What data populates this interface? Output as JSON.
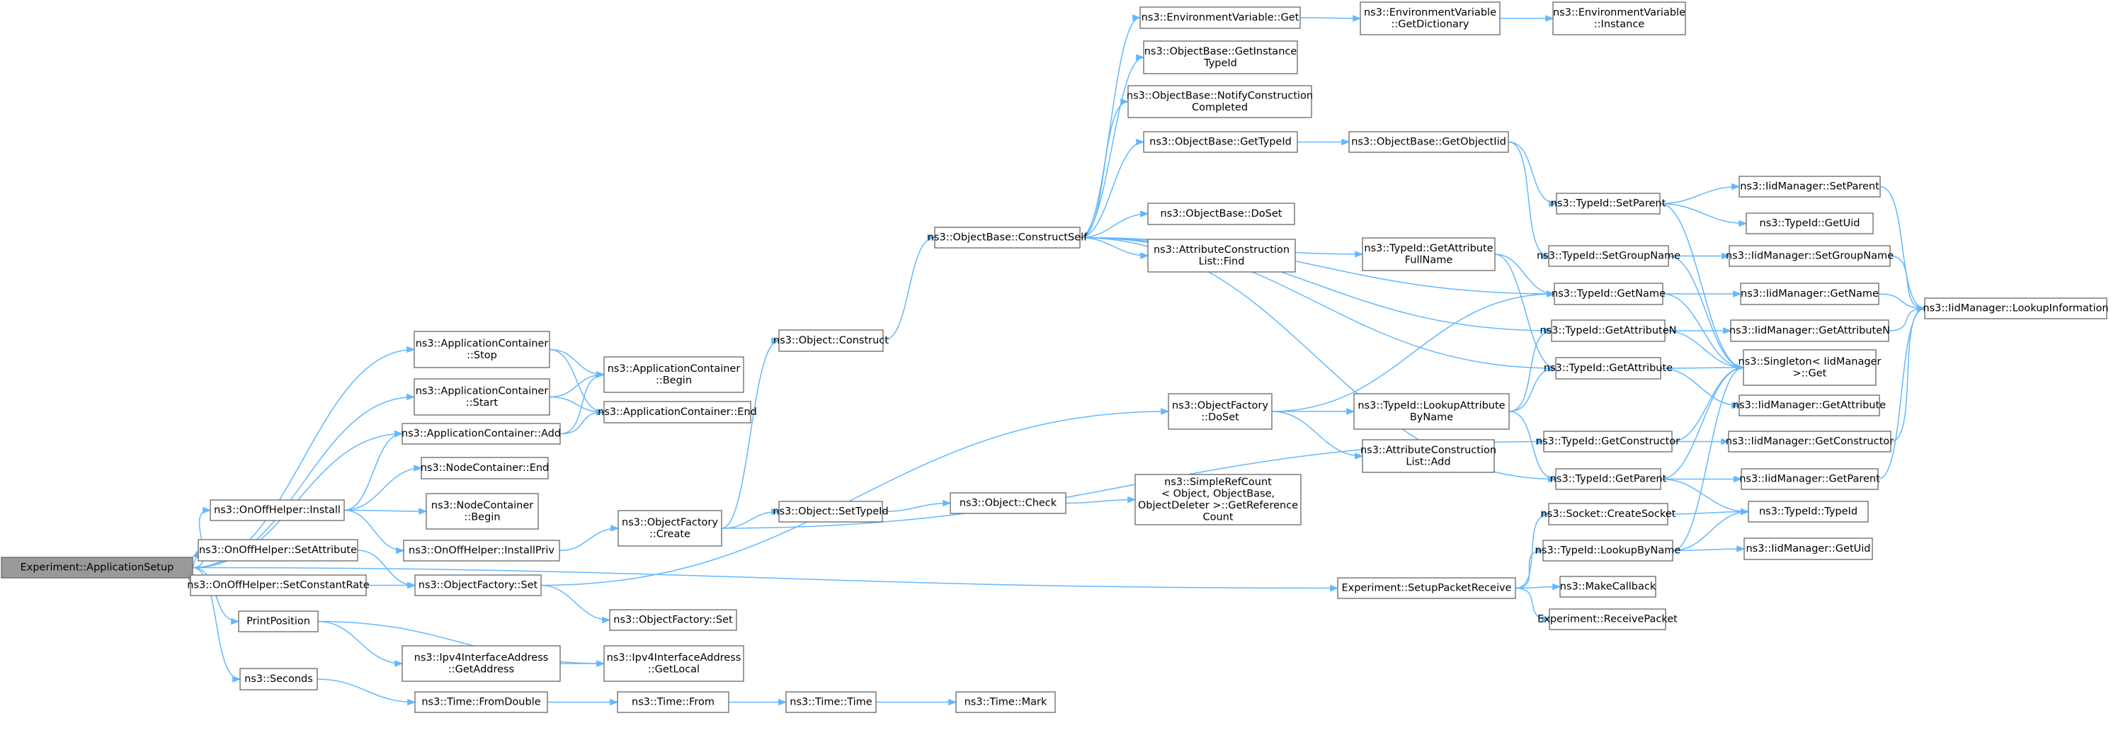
{
  "colors": {
    "edge": "#63b8ff",
    "node_border": "#666666",
    "root_fill": "#999999",
    "node_fill": "#ffffff"
  },
  "nodes": [
    {
      "id": "root",
      "lines": [
        "Experiment::ApplicationSetup"
      ],
      "root": true
    },
    {
      "id": "appStop",
      "lines": [
        "ns3::ApplicationContainer",
        "::Stop"
      ]
    },
    {
      "id": "appStart",
      "lines": [
        "ns3::ApplicationContainer",
        "::Start"
      ]
    },
    {
      "id": "appBegin",
      "lines": [
        "ns3::ApplicationContainer",
        "::Begin"
      ]
    },
    {
      "id": "appEnd",
      "lines": [
        "ns3::ApplicationContainer::End"
      ]
    },
    {
      "id": "appAdd",
      "lines": [
        "ns3::ApplicationContainer::Add"
      ]
    },
    {
      "id": "ncEnd",
      "lines": [
        "ns3::NodeContainer::End"
      ]
    },
    {
      "id": "ncBegin",
      "lines": [
        "ns3::NodeContainer",
        "::Begin"
      ]
    },
    {
      "id": "onoffInstall",
      "lines": [
        "ns3::OnOffHelper::Install"
      ]
    },
    {
      "id": "onoffInstallPriv",
      "lines": [
        "ns3::OnOffHelper::InstallPriv"
      ]
    },
    {
      "id": "onoffSetAttr",
      "lines": [
        "ns3::OnOffHelper::SetAttribute"
      ]
    },
    {
      "id": "onoffSetRate",
      "lines": [
        "ns3::OnOffHelper::SetConstantRate"
      ]
    },
    {
      "id": "ofSet",
      "lines": [
        "ns3::ObjectFactory::Set"
      ]
    },
    {
      "id": "ofSet2",
      "lines": [
        "ns3::ObjectFactory::Set"
      ]
    },
    {
      "id": "printPos",
      "lines": [
        "PrintPosition"
      ]
    },
    {
      "id": "ipv4GetAddr",
      "lines": [
        "ns3::Ipv4InterfaceAddress",
        "::GetAddress"
      ]
    },
    {
      "id": "ipv4GetLocal",
      "lines": [
        "ns3::Ipv4InterfaceAddress",
        "::GetLocal"
      ]
    },
    {
      "id": "seconds",
      "lines": [
        "ns3::Seconds"
      ]
    },
    {
      "id": "fromDouble",
      "lines": [
        "ns3::Time::FromDouble"
      ]
    },
    {
      "id": "timeFrom",
      "lines": [
        "ns3::Time::From"
      ]
    },
    {
      "id": "timeTime",
      "lines": [
        "ns3::Time::Time"
      ]
    },
    {
      "id": "timeMark",
      "lines": [
        "ns3::Time::Mark"
      ]
    },
    {
      "id": "ofCreate",
      "lines": [
        "ns3::ObjectFactory",
        "::Create"
      ]
    },
    {
      "id": "objConstruct",
      "lines": [
        "ns3::Object::Construct"
      ]
    },
    {
      "id": "objSetTypeId",
      "lines": [
        "ns3::Object::SetTypeId"
      ]
    },
    {
      "id": "objCheck",
      "lines": [
        "ns3::Object::Check"
      ]
    },
    {
      "id": "srcGetRef",
      "lines": [
        "ns3::SimpleRefCount",
        "< Object, ObjectBase,",
        "ObjectDeleter >::GetReference",
        "Count"
      ]
    },
    {
      "id": "obConstructSelf",
      "lines": [
        "ns3::ObjectBase::ConstructSelf"
      ]
    },
    {
      "id": "envGet",
      "lines": [
        "ns3::EnvironmentVariable::Get"
      ]
    },
    {
      "id": "envGetDict",
      "lines": [
        "ns3::EnvironmentVariable",
        "::GetDictionary"
      ]
    },
    {
      "id": "envInstance",
      "lines": [
        "ns3::EnvironmentVariable",
        "::Instance"
      ]
    },
    {
      "id": "obGetInstTypeId",
      "lines": [
        "ns3::ObjectBase::GetInstance",
        "TypeId"
      ]
    },
    {
      "id": "obNotify",
      "lines": [
        "ns3::ObjectBase::NotifyConstruction",
        "Completed"
      ]
    },
    {
      "id": "obGetTypeId",
      "lines": [
        "ns3::ObjectBase::GetTypeId"
      ]
    },
    {
      "id": "obGetObjectIid",
      "lines": [
        "ns3::ObjectBase::GetObjectIid"
      ]
    },
    {
      "id": "obDoSet",
      "lines": [
        "ns3::ObjectBase::DoSet"
      ]
    },
    {
      "id": "aclFind",
      "lines": [
        "ns3::AttributeConstruction",
        "List::Find"
      ]
    },
    {
      "id": "ofDoSet",
      "lines": [
        "ns3::ObjectFactory",
        "::DoSet"
      ]
    },
    {
      "id": "tidGetAttrFullName",
      "lines": [
        "ns3::TypeId::GetAttribute",
        "FullName"
      ]
    },
    {
      "id": "tidLookupAttr",
      "lines": [
        "ns3::TypeId::LookupAttribute",
        "ByName"
      ]
    },
    {
      "id": "aclAdd",
      "lines": [
        "ns3::AttributeConstruction",
        "List::Add"
      ]
    },
    {
      "id": "tidSetParent",
      "lines": [
        "ns3::TypeId::SetParent"
      ]
    },
    {
      "id": "tidSetGroupName",
      "lines": [
        "ns3::TypeId::SetGroupName"
      ]
    },
    {
      "id": "tidGetName",
      "lines": [
        "ns3::TypeId::GetName"
      ]
    },
    {
      "id": "tidGetAttrN",
      "lines": [
        "ns3::TypeId::GetAttributeN"
      ]
    },
    {
      "id": "tidGetAttr",
      "lines": [
        "ns3::TypeId::GetAttribute"
      ]
    },
    {
      "id": "tidGetCtor",
      "lines": [
        "ns3::TypeId::GetConstructor"
      ]
    },
    {
      "id": "tidGetParent",
      "lines": [
        "ns3::TypeId::GetParent"
      ]
    },
    {
      "id": "sockCreate",
      "lines": [
        "ns3::Socket::CreateSocket"
      ]
    },
    {
      "id": "tidLookupByName",
      "lines": [
        "ns3::TypeId::LookupByName"
      ]
    },
    {
      "id": "makeCallback",
      "lines": [
        "ns3::MakeCallback"
      ]
    },
    {
      "id": "recvPacket",
      "lines": [
        "Experiment::ReceivePacket"
      ]
    },
    {
      "id": "setupRecv",
      "lines": [
        "Experiment::SetupPacketReceive"
      ]
    },
    {
      "id": "iidSetParent",
      "lines": [
        "ns3::IidManager::SetParent"
      ]
    },
    {
      "id": "tidGetUid",
      "lines": [
        "ns3::TypeId::GetUid"
      ]
    },
    {
      "id": "iidSetGroupName",
      "lines": [
        "ns3::IidManager::SetGroupName"
      ]
    },
    {
      "id": "iidGetName",
      "lines": [
        "ns3::IidManager::GetName"
      ]
    },
    {
      "id": "iidGetAttrN",
      "lines": [
        "ns3::IidManager::GetAttributeN"
      ]
    },
    {
      "id": "singletonGet",
      "lines": [
        "ns3::Singleton< IidManager",
        ">::Get"
      ]
    },
    {
      "id": "iidGetAttr",
      "lines": [
        "ns3::IidManager::GetAttribute"
      ]
    },
    {
      "id": "iidGetCtor",
      "lines": [
        "ns3::IidManager::GetConstructor"
      ]
    },
    {
      "id": "iidGetParent",
      "lines": [
        "ns3::IidManager::GetParent"
      ]
    },
    {
      "id": "tidTypeId",
      "lines": [
        "ns3::TypeId::TypeId"
      ]
    },
    {
      "id": "iidGetUid",
      "lines": [
        "ns3::IidManager::GetUid"
      ]
    },
    {
      "id": "iidLookupInfo",
      "lines": [
        "ns3::IidManager::LookupInformation"
      ]
    }
  ],
  "edges": [
    [
      "root",
      "appStop"
    ],
    [
      "root",
      "appStart"
    ],
    [
      "root",
      "appAdd"
    ],
    [
      "root",
      "onoffInstall"
    ],
    [
      "root",
      "onoffSetAttr"
    ],
    [
      "root",
      "onoffSetRate"
    ],
    [
      "root",
      "printPos"
    ],
    [
      "root",
      "seconds"
    ],
    [
      "root",
      "setupRecv"
    ],
    [
      "appStop",
      "appBegin"
    ],
    [
      "appStop",
      "appEnd"
    ],
    [
      "appStart",
      "appBegin"
    ],
    [
      "appStart",
      "appEnd"
    ],
    [
      "appAdd",
      "appBegin"
    ],
    [
      "appAdd",
      "appEnd"
    ],
    [
      "onoffInstall",
      "appAdd"
    ],
    [
      "onoffInstall",
      "ncEnd"
    ],
    [
      "onoffInstall",
      "ncBegin"
    ],
    [
      "onoffInstall",
      "onoffInstallPriv"
    ],
    [
      "onoffInstallPriv",
      "ofCreate"
    ],
    [
      "onoffSetAttr",
      "ofSet"
    ],
    [
      "onoffSetRate",
      "ofSet"
    ],
    [
      "ofSet",
      "ofSet2"
    ],
    [
      "ofSet",
      "ofDoSet"
    ],
    [
      "printPos",
      "ipv4GetAddr"
    ],
    [
      "printPos",
      "ipv4GetLocal"
    ],
    [
      "ipv4GetAddr",
      "ipv4GetLocal"
    ],
    [
      "seconds",
      "fromDouble"
    ],
    [
      "fromDouble",
      "timeFrom"
    ],
    [
      "timeFrom",
      "timeTime"
    ],
    [
      "timeTime",
      "timeMark"
    ],
    [
      "ofCreate",
      "objConstruct"
    ],
    [
      "ofCreate",
      "objSetTypeId"
    ],
    [
      "ofCreate",
      "tidGetCtor"
    ],
    [
      "objConstruct",
      "obConstructSelf"
    ],
    [
      "objSetTypeId",
      "objCheck"
    ],
    [
      "objCheck",
      "srcGetRef"
    ],
    [
      "obConstructSelf",
      "envGet"
    ],
    [
      "obConstructSelf",
      "obGetInstTypeId"
    ],
    [
      "obConstructSelf",
      "obNotify"
    ],
    [
      "obConstructSelf",
      "obGetTypeId"
    ],
    [
      "obConstructSelf",
      "obDoSet"
    ],
    [
      "obConstructSelf",
      "aclFind"
    ],
    [
      "obConstructSelf",
      "tidGetAttrFullName"
    ],
    [
      "obConstructSelf",
      "tidGetName"
    ],
    [
      "obConstructSelf",
      "tidGetAttrN"
    ],
    [
      "obConstructSelf",
      "tidGetAttr"
    ],
    [
      "obConstructSelf",
      "tidGetParent"
    ],
    [
      "envGet",
      "envGetDict"
    ],
    [
      "envGetDict",
      "envInstance"
    ],
    [
      "obGetTypeId",
      "obGetObjectIid"
    ],
    [
      "obGetObjectIid",
      "tidSetParent"
    ],
    [
      "obGetObjectIid",
      "tidSetGroupName"
    ],
    [
      "ofDoSet",
      "tidGetName"
    ],
    [
      "ofDoSet",
      "tidLookupAttr"
    ],
    [
      "ofDoSet",
      "aclAdd"
    ],
    [
      "tidGetAttrFullName",
      "tidGetName"
    ],
    [
      "tidGetAttrFullName",
      "tidGetAttr"
    ],
    [
      "tidLookupAttr",
      "tidGetAttrN"
    ],
    [
      "tidLookupAttr",
      "tidGetAttr"
    ],
    [
      "tidLookupAttr",
      "tidGetParent"
    ],
    [
      "tidSetParent",
      "iidSetParent"
    ],
    [
      "tidSetParent",
      "tidGetUid"
    ],
    [
      "tidSetParent",
      "singletonGet"
    ],
    [
      "tidSetGroupName",
      "iidSetGroupName"
    ],
    [
      "tidSetGroupName",
      "singletonGet"
    ],
    [
      "tidGetName",
      "iidGetName"
    ],
    [
      "tidGetName",
      "singletonGet"
    ],
    [
      "tidGetAttrN",
      "iidGetAttrN"
    ],
    [
      "tidGetAttrN",
      "singletonGet"
    ],
    [
      "tidGetAttr",
      "singletonGet"
    ],
    [
      "tidGetAttr",
      "iidGetAttr"
    ],
    [
      "tidGetCtor",
      "singletonGet"
    ],
    [
      "tidGetCtor",
      "iidGetCtor"
    ],
    [
      "tidGetParent",
      "singletonGet"
    ],
    [
      "tidGetParent",
      "iidGetParent"
    ],
    [
      "tidGetParent",
      "tidTypeId"
    ],
    [
      "setupRecv",
      "sockCreate"
    ],
    [
      "setupRecv",
      "tidLookupByName"
    ],
    [
      "setupRecv",
      "makeCallback"
    ],
    [
      "setupRecv",
      "recvPacket"
    ],
    [
      "sockCreate",
      "tidTypeId"
    ],
    [
      "tidLookupByName",
      "singletonGet"
    ],
    [
      "tidLookupByName",
      "iidGetUid"
    ],
    [
      "tidLookupByName",
      "tidTypeId"
    ],
    [
      "iidSetParent",
      "iidLookupInfo"
    ],
    [
      "iidSetGroupName",
      "iidLookupInfo"
    ],
    [
      "iidGetName",
      "iidLookupInfo"
    ],
    [
      "iidGetAttrN",
      "iidLookupInfo"
    ],
    [
      "iidGetCtor",
      "iidLookupInfo"
    ],
    [
      "iidGetParent",
      "iidLookupInfo"
    ]
  ]
}
